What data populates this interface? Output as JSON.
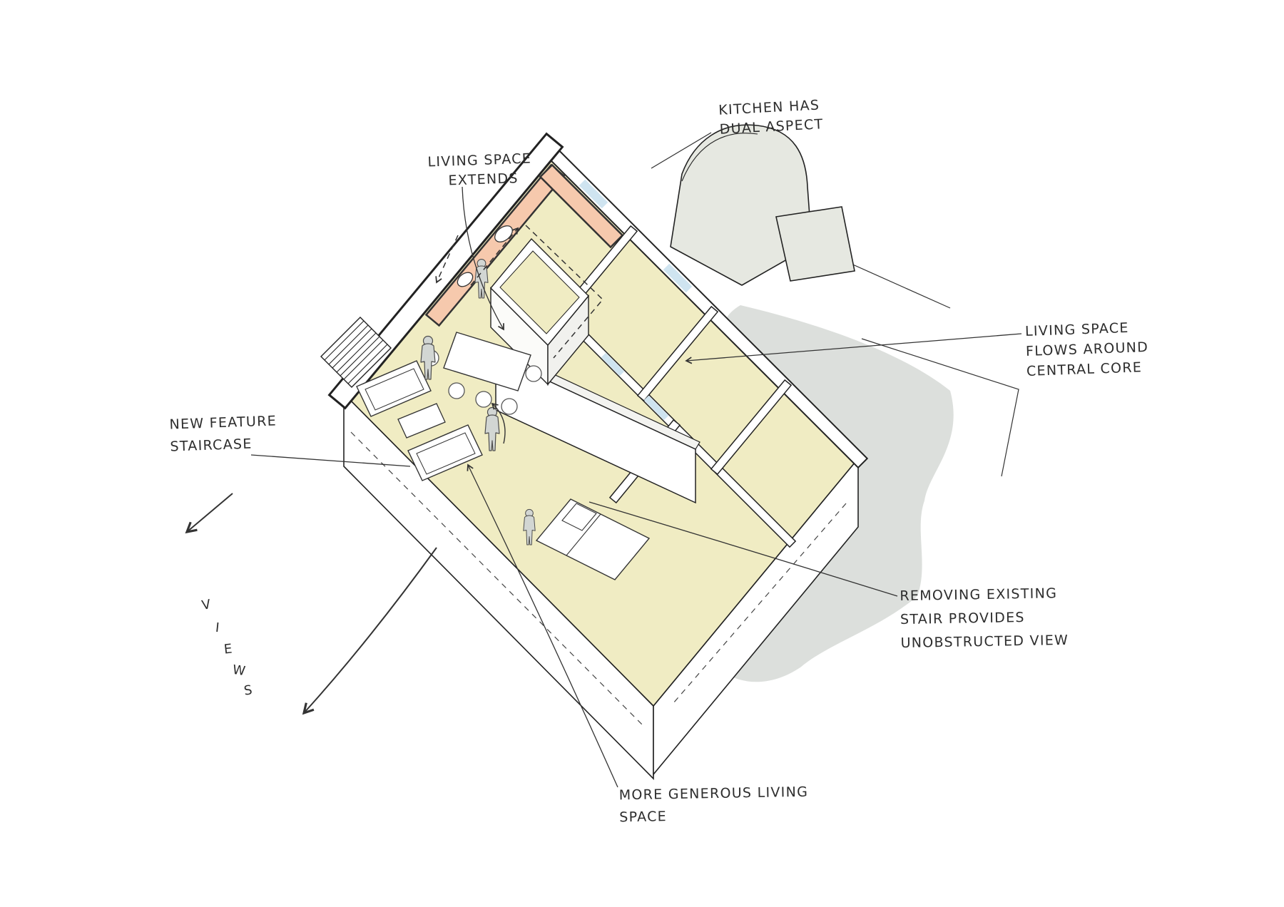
{
  "colors": {
    "floor": "#f0ecc3",
    "counter": "#f6c9ad",
    "glass": "#cfe4f0",
    "roof": "#e6e8e1",
    "shadow": "#dcdfdc",
    "ink": "#2d2d2d"
  },
  "annotations": {
    "kitchen": [
      "KITCHEN HAS",
      "DUAL ASPECT"
    ],
    "extends": [
      "LIVING SPACE",
      "EXTENDS"
    ],
    "flows": [
      "LIVING SPACE",
      "FLOWS AROUND",
      "CENTRAL CORE"
    ],
    "staircase": [
      "NEW FEATURE",
      "STAIRCASE"
    ],
    "removing": [
      "REMOVING EXISTING",
      "STAIR PROVIDES",
      "UNOBSTRUCTED VIEW"
    ],
    "generous": [
      "MORE GENEROUS LIVING",
      "SPACE"
    ]
  },
  "views": [
    "V",
    "I",
    "E",
    "W",
    "S"
  ]
}
